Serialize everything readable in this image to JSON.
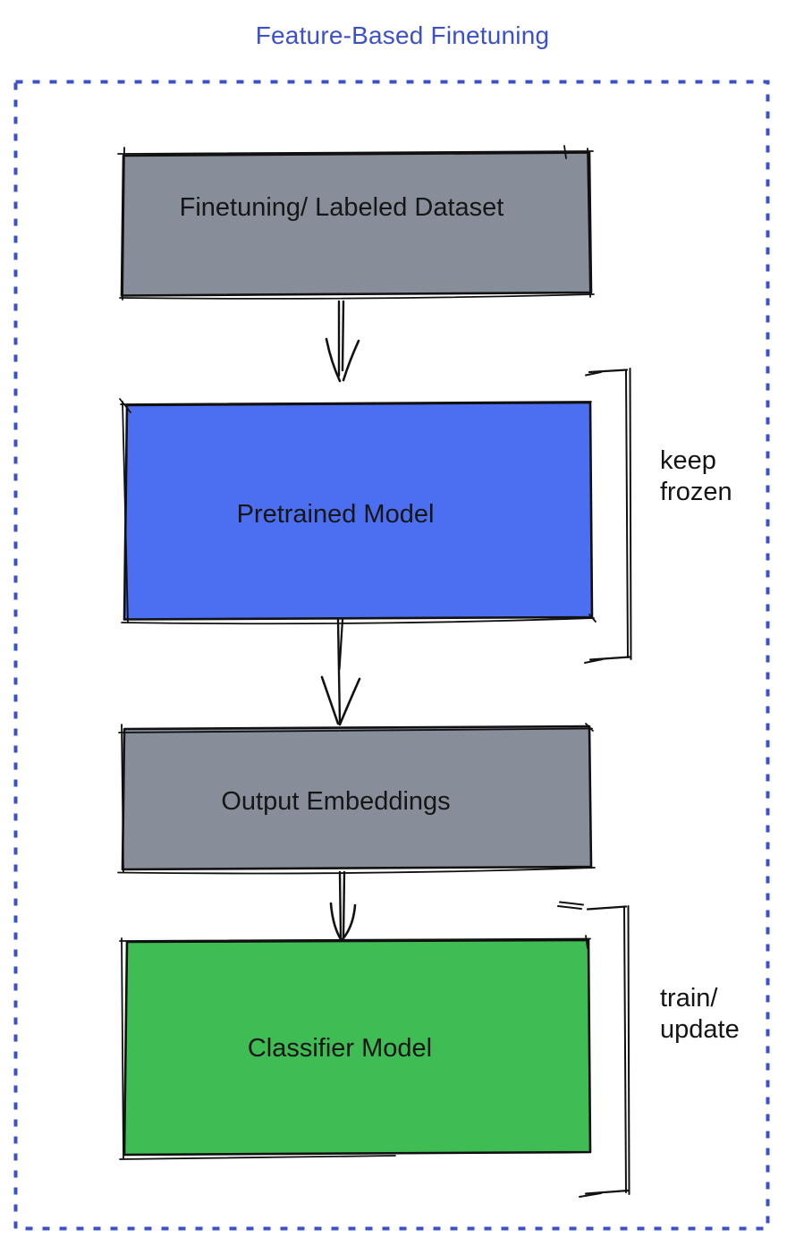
{
  "title": "Feature-Based Finetuning",
  "colors": {
    "accent": "#3C51C9",
    "gray": "#878E99",
    "blue": "#4C6EF0",
    "green": "#40BC55",
    "ink": "#111111"
  },
  "boxes": {
    "dataset": {
      "label": "Finetuning/ Labeled Dataset"
    },
    "pretrained": {
      "label": "Pretrained Model"
    },
    "embeddings": {
      "label": "Output Embeddings"
    },
    "classifier": {
      "label": "Classifier Model"
    }
  },
  "annotations": {
    "keep_frozen": {
      "label": "keep frozen"
    },
    "train_update": {
      "label": "train/ update"
    }
  }
}
